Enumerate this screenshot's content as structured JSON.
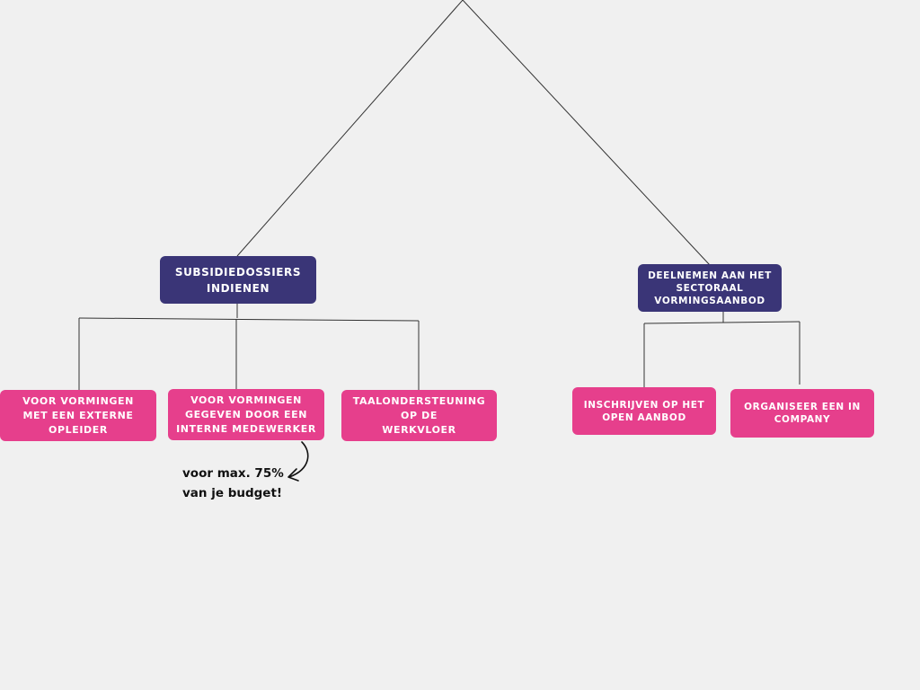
{
  "colors": {
    "background": "#f0f0f0",
    "parent_box": "#3a3577",
    "leaf_box": "#e63f8c",
    "connector": "#333333",
    "box_text": "#ffffff",
    "note_text": "#111111"
  },
  "diagram": {
    "left_branch": {
      "label": "SUBSIDIEDOSSIERS\nINDIENEN",
      "children": [
        "VOOR VORMINGEN\nMET EEN EXTERNE\nOPLEIDER",
        "VOOR VORMINGEN\nGEGEVEN DOOR EEN\nINTERNE MEDEWERKER",
        "TAALONDERSTEUNING\nOP DE\nWERKVLOER"
      ]
    },
    "right_branch": {
      "label": "DEELNEMEN AAN HET\nSECTORAAL\nVORMINGSAANBOD",
      "children": [
        "INSCHRIJVEN OP HET\nOPEN AANBOD",
        "ORGANISEER EEN IN\nCOMPANY"
      ]
    },
    "note": "voor max. 75%\nvan je budget!"
  }
}
